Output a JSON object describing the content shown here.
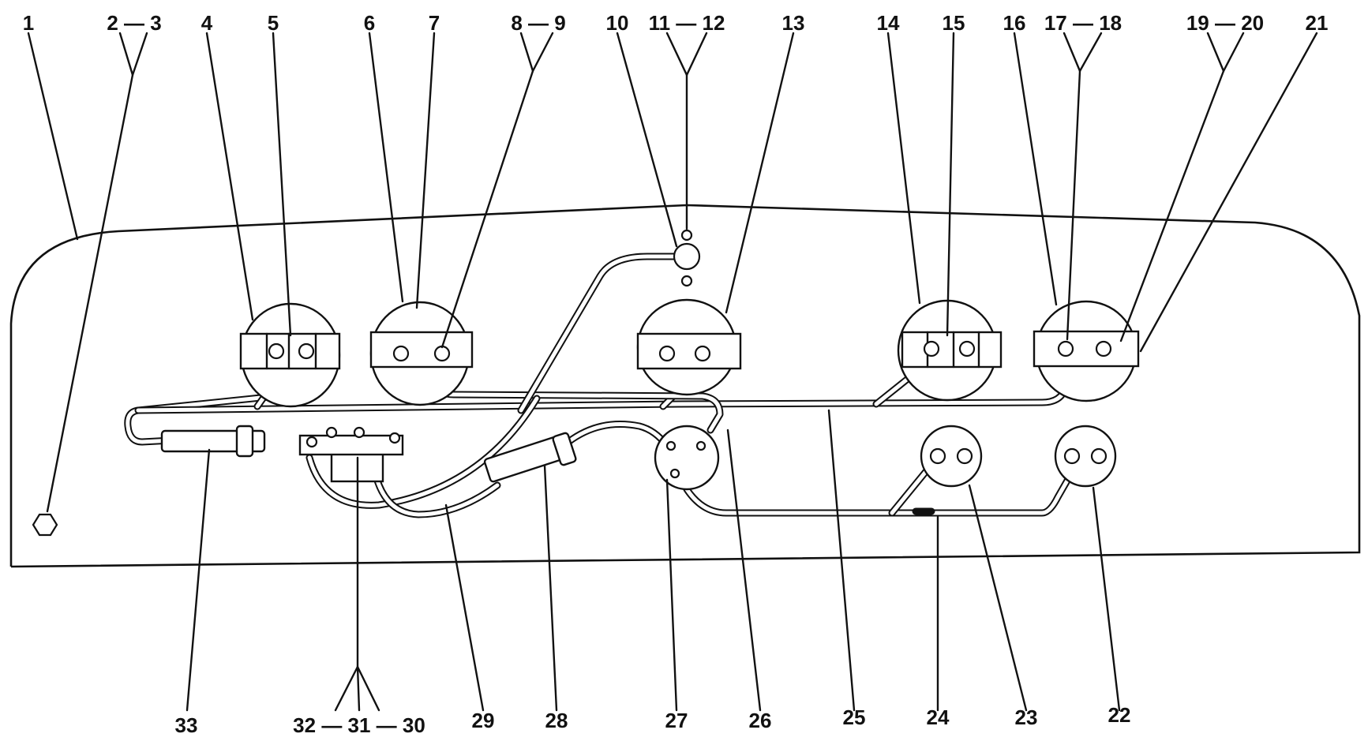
{
  "diagram": {
    "top_labels": [
      "1",
      "2 — 3",
      "4",
      "5",
      "6",
      "7",
      "8 — 9",
      "10",
      "11 — 12",
      "13",
      "14",
      "15",
      "16",
      "17 — 18",
      "19 — 20",
      "21"
    ],
    "bottom_labels": [
      "33",
      "32 — 31 — 30",
      "29",
      "28",
      "27",
      "26",
      "25",
      "24",
      "23",
      "22"
    ]
  }
}
